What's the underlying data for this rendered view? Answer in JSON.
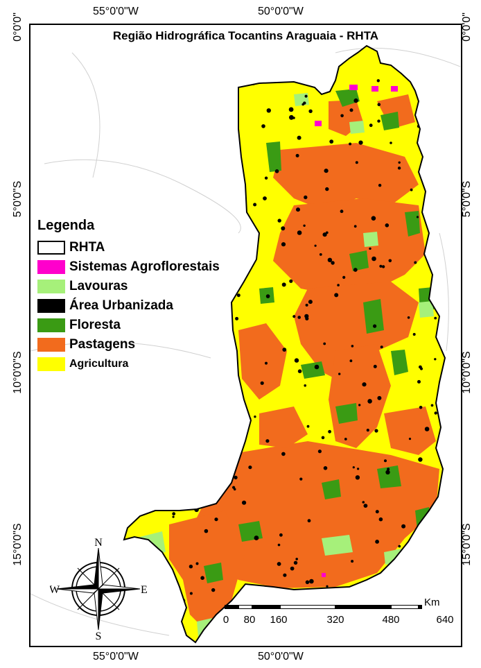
{
  "map": {
    "title": "Região Hidrográfica Tocantins Araguaia - RHTA",
    "top_coords": [
      "55°0'0\"W",
      "50°0'0\"W"
    ],
    "bottom_coords": [
      "55°0'0\"W",
      "50°0'0\"W"
    ],
    "left_coords": [
      "0°0'0\"",
      "5°0'0\"S",
      "10°0'0\"S",
      "15°0'0\"S"
    ],
    "right_coords": [
      "0°0'0\"",
      "5°0'0\"S",
      "10°0'0\"S",
      "15°0'0\"S"
    ]
  },
  "legend": {
    "title": "Legenda",
    "items": [
      {
        "label": "RHTA",
        "color": "#ffffff",
        "outline": true
      },
      {
        "label": "Sistemas Agroflorestais",
        "color": "#ff00cc"
      },
      {
        "label": "Lavouras",
        "color": "#a6f07a"
      },
      {
        "label": "Área Urbanizada",
        "color": "#000000"
      },
      {
        "label": "Floresta",
        "color": "#3a9b14"
      },
      {
        "label": "Pastagens",
        "color": "#f26b1d"
      },
      {
        "label": "Agricultura",
        "color": "#ffff00"
      }
    ]
  },
  "scale": {
    "unit": "Km",
    "ticks": [
      "0",
      "80",
      "160",
      "320",
      "480",
      "640"
    ]
  },
  "compass": {
    "n": "N",
    "s": "S",
    "e": "E",
    "w": "W"
  }
}
